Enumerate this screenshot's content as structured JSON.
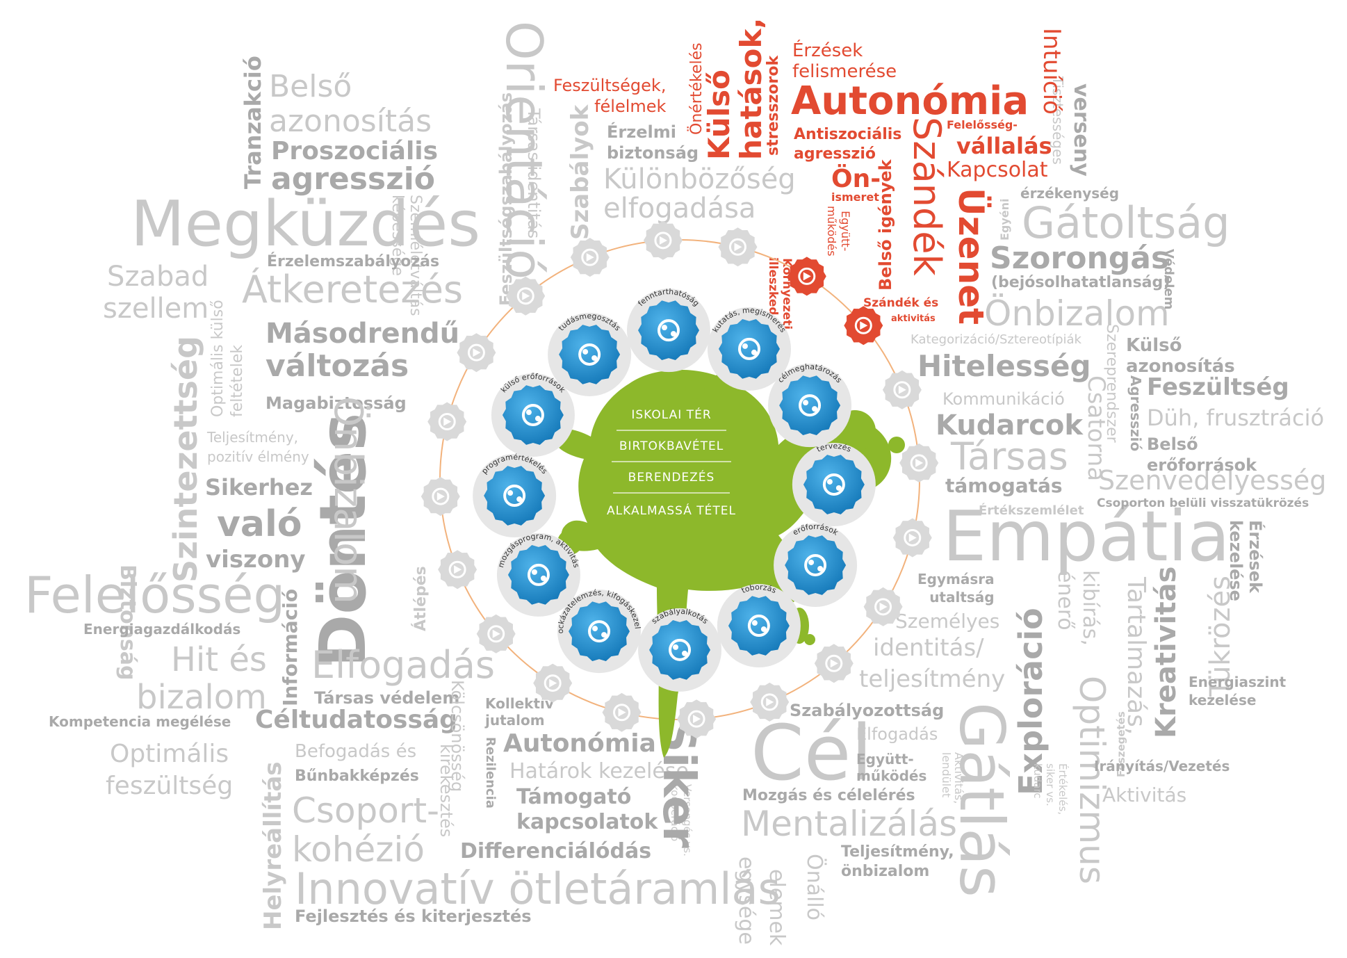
{
  "colors": {
    "gray": "#c8c8c8",
    "dark_gray": "#a9a9a9",
    "red": "#e24a31",
    "green": "#8db82b",
    "blue": "#1d8fd0",
    "orange_ring": "#f2b27c",
    "icon_gray": "#d9d9d9"
  },
  "center_labels": [
    "ISKOLAI TÉR",
    "BIRTOKBAVÉTEL",
    "BERENDEZÉS",
    "ALKALMASSÁ TÉTEL"
  ],
  "badges": [
    {
      "label": "kutatás, megismerés",
      "icon": "search-pills-icon"
    },
    {
      "label": "célmeghatározás",
      "icon": "target-icon"
    },
    {
      "label": "tervezés",
      "icon": "dice-hand-icon"
    },
    {
      "label": "erőforrások",
      "icon": "hand-resources-icon"
    },
    {
      "label": "toborzás",
      "icon": "cards-people-icon"
    },
    {
      "label": "szabályalkotás",
      "icon": "hand-network-icon"
    },
    {
      "label": "kockázatelemzés, kifogáskezelés",
      "icon": "barriers-icon"
    },
    {
      "label": "mozgásprogram, aktivitás",
      "icon": "movement-icon"
    },
    {
      "label": "programértékelés",
      "icon": "person-pulse-icon"
    },
    {
      "label": "külső erőforrások",
      "icon": "triangle-network-icon"
    },
    {
      "label": "tudásmegosztás",
      "icon": "knowledge-share-icon"
    },
    {
      "label": "fenntarthatóság",
      "icon": "recycle-icon"
    }
  ],
  "ring_icons": [
    {
      "icon": "arrow-circle-icon",
      "color": "red"
    },
    {
      "icon": "pyramid-icon",
      "color": "red"
    },
    {
      "icon": "spiral-icon",
      "color": "gray"
    },
    {
      "icon": "balloon-icon",
      "color": "gray"
    },
    {
      "icon": "arrow-right-icon",
      "color": "gray"
    },
    {
      "icon": "faces-icon",
      "color": "gray"
    },
    {
      "icon": "battery-icon",
      "color": "gray"
    },
    {
      "icon": "person-icon",
      "color": "gray"
    },
    {
      "icon": "gear-icon",
      "color": "gray"
    },
    {
      "icon": "group-icon",
      "color": "gray"
    },
    {
      "icon": "hands-icon",
      "color": "gray"
    },
    {
      "icon": "handshake-icon",
      "color": "gray"
    },
    {
      "icon": "mask-icon",
      "color": "gray"
    },
    {
      "icon": "tools-icon",
      "color": "gray"
    },
    {
      "icon": "runner-icon",
      "color": "gray"
    },
    {
      "icon": "mind-icon",
      "color": "gray"
    },
    {
      "icon": "atom-icon",
      "color": "gray"
    },
    {
      "icon": "heart-icon",
      "color": "gray"
    },
    {
      "icon": "dots-circle-icon",
      "color": "gray"
    },
    {
      "icon": "lamp-icon",
      "color": "gray"
    }
  ],
  "words": {
    "belso_azonositas": "Belső\nazonosítás",
    "tranzakcio": "Tranzakció",
    "proszocialis": "Proszociális",
    "agresszio_g": "agresszió",
    "szemleletvaltas": "Szemléletváltás\nképessége",
    "feszultsegszabalyozas": "Feszültségszabályozás",
    "orientacio": "Orientáció",
    "tarsas_identitas": "Társas identitás",
    "szabalyok": "Szabályok",
    "erzelmi_biztonsag": "Érzelmi\nbiztonság",
    "kulonbozoseg": "Különbözőség",
    "elfogadasa": "elfogadása",
    "megkuzdes": "Megküzdés",
    "szabad_szellem": "Szabad\nszellem",
    "erzelemszabalyozas": "Érzelemszabályozás",
    "atkeretezes": "Átkeretezés",
    "optimalis_kulso": "Optimális külső\nfeltételek",
    "masodrendu": "Másodrendű",
    "valtozas": "változás",
    "szintezettseg": "Szintezettség",
    "biztonsag": "Biztonság",
    "magabiztossag": "Magabiztosság",
    "teljesitmeny_pozitiv": "Teljesítmény,\npozitív élmény",
    "sikerhez": "Sikerhez",
    "valo": "való",
    "viszony": "viszony",
    "dontes": "Döntés",
    "onbizalom_v": "Önbizalom",
    "felelosseg": "Felelősség",
    "energiagazdalkodas": "Energiagazdálkodás",
    "informacio": "Információ",
    "atlepes": "Átlépés",
    "hit_es_bizalom": "Hit és\nbizalom",
    "elfogadas": "Elfogadás",
    "tarsas_vedelem": "Társas védelem",
    "kompetencia": "Kompetencia megélése",
    "celtudatossag": "Céltudatosság",
    "kolcsonosseg": "Kölcsönösség",
    "kollektiv": "Kollektív\njutalom",
    "optimalis_feszultseg": "Optimális\nfeszültség",
    "helyreallitas": "Helyreállítás",
    "befogadas": "Befogadás és",
    "kirekesztes": "kirekesztés",
    "rezilencia": "Rezilencia",
    "autonomia_g": "Autonómia",
    "hatarok": "Határok kezelése",
    "bunbakkepzes": "Bűnbakképzés",
    "tamogato": "Támogató",
    "kapcsolatok": "kapcsolatok",
    "csoport": "Csoport-\nkohézió",
    "differencialodas": "Differenciálódás",
    "versengés": "Versengés vs.\nkooperáció",
    "siker": "Siker",
    "innovativ": "Innovatív ötletáramlás",
    "fejlesztes": "Fejlesztés és kiterjesztés",
    "cel": "Cél",
    "egysege": "egysége",
    "elemek": "elemek",
    "onallo": "Önálló",
    "mentalizalas": "Mentalizálás",
    "mozgas_celeleres": "Mozgás és célelérés",
    "teljesitmeny_onbizalom": "Teljesítmény,\nönbizalom",
    "egyuttmukodes_g": "Együtt-\nműködés",
    "elfogadas_s": "Elfogadás",
    "szabalyozottsag": "Szabályozottság",
    "aktivitas_lendulet": "Aktivitás,\nlendület",
    "gatlas": "Gátlás",
    "exploracio": "Exploráció",
    "ertekeles": "Értékelés,\nsiker vs.\nkudarc",
    "optimizmus": "Optimizmus",
    "feszegetes": "Feszegetés",
    "kibras_enero": "kibírás,\nénerő",
    "tartalmazas": "Tartalmazás,",
    "kreativitas": "Kreativitás",
    "tukrozes": "Tükrözés",
    "erzesek_kezelese": "Érzések\nkezelése",
    "energiaszint": "Energiaszint\nkezelése",
    "iranyitas": "Irányítás/Vezetés",
    "aktivitas": "Aktivitás",
    "szemelyes": "Személyes",
    "identitas": "identitás/",
    "teljesitmeny_s": "teljesítmény",
    "egymasra": "Egymásra\nutaltság",
    "empatia": "Empátia",
    "ertekszemlelet": "Értékszemlélet",
    "csoporton_belul": "Csoporton belüli visszatükrözés",
    "szenvedelyesseg": "Szenvedélyesség",
    "tarsas": "Társas",
    "tamogatas": "támogatás",
    "csatorna": "Csatorna",
    "szereprendszer": "Szereprendszer",
    "agresszio_v": "Agresszió",
    "belso_eroforrasok": "Belső\nerőforrások",
    "duh": "Düh, frusztráció",
    "feszultseg": "Feszültség",
    "kulso_azonositas": "Külső\nazonosítás",
    "kudarcok": "Kudarcok",
    "kommunikacio": "Kommunikáció",
    "hitelesseg": "Hitelesség",
    "kategorizacio": "Kategorizáció/Sztereotípiák",
    "onbizalom_h": "Önbizalom",
    "vedelem": "Védelem",
    "szorongas": "Szorongás",
    "bejosolhatatlansag": "(bejósolhatatlanság)",
    "gatoltsag": "Gátoltság",
    "egyeni": "Egyéni",
    "erzekenyseg": "érzékenység",
    "tisztesseges": "Tisztességes",
    "verseny": "verseny",
    "feszultsegek": "Feszültségek,\nfélelmek",
    "onertekeles": "Önértékelés",
    "kulso_hatasok": "Külső\nhatások,",
    "stresszorok": "stresszorok",
    "erzesek_felismerese": "Érzések\nfelismerése",
    "autonomia_r": "Autonómia",
    "antiszocialis": "Antiszociális\nagresszió",
    "felelossegvallalas": "Felelősség-",
    "vallalas": "vállalás",
    "kapcsolat": "Kapcsolat",
    "intuicio": "Intuíció",
    "szandek_v": "Szándék",
    "uzenet": "Üzenet",
    "kornyezeti": "Környezeti\nilleszkedés",
    "on_ismeret": "Ön-",
    "ismeret": "ismeret",
    "egyutt_mukodes_r": "Együtt-\nműködés",
    "belso_igenyek": "Belső igények",
    "szandek_es_aktivitas": "Szándék és",
    "aktivitas_r": "aktivitás"
  }
}
